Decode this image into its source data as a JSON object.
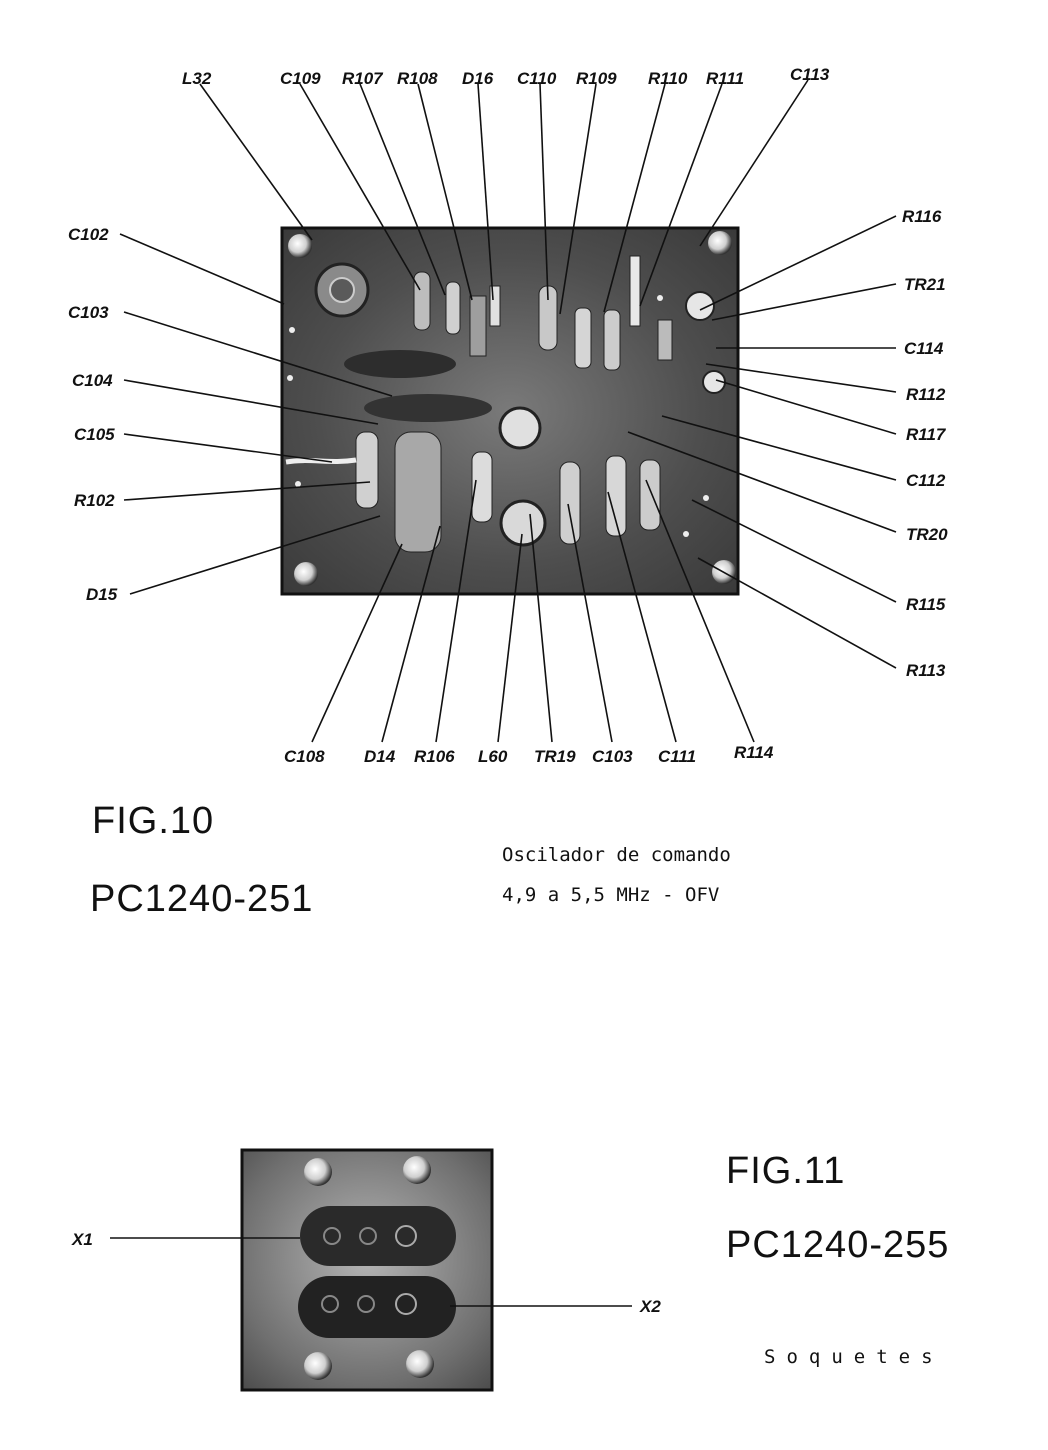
{
  "figure10": {
    "fig_label": "FIG.10",
    "part_number": "PC1240-251",
    "caption_line1": "Oscilador de comando",
    "caption_line2": "4,9 a 5,5 MHz  -  OFV",
    "labels_top": [
      "L32",
      "C109",
      "R107",
      "R108",
      "D16",
      "C110",
      "R109",
      "R110",
      "R111",
      "C113"
    ],
    "labels_left": [
      "C102",
      "C103",
      "C104",
      "C105",
      "R102",
      "D15"
    ],
    "labels_right": [
      "R116",
      "TR21",
      "C114",
      "R112",
      "R117",
      "C112",
      "TR20",
      "R115",
      "R113"
    ],
    "labels_bottom": [
      "C108",
      "D14",
      "R106",
      "L60",
      "TR19",
      "C103",
      "C111",
      "R114"
    ]
  },
  "figure11": {
    "fig_label": "FIG.11",
    "part_number": "PC1240-255",
    "caption": "Soquetes",
    "label_x1": "X1",
    "label_x2": "X2"
  }
}
